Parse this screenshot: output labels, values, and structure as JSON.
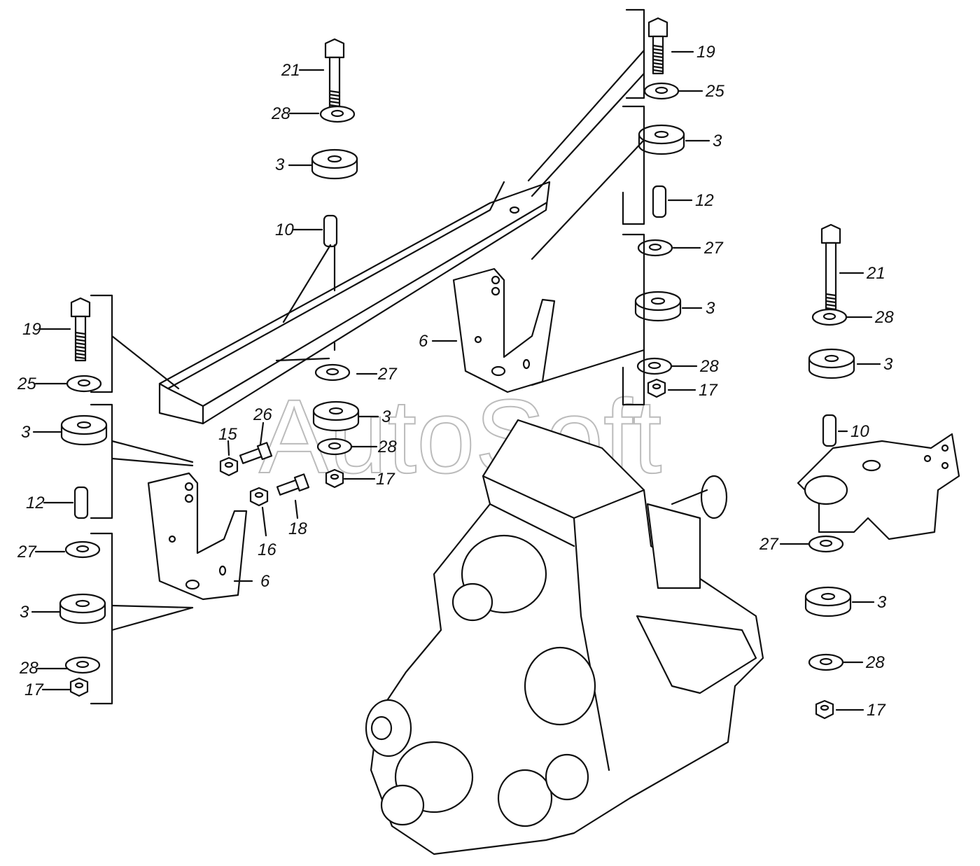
{
  "diagram": {
    "watermark": "AutoSoft",
    "part_labels": [
      "21",
      "28",
      "3",
      "10",
      "19",
      "25",
      "3",
      "12",
      "27",
      "3",
      "28",
      "17",
      "15",
      "26",
      "16",
      "18",
      "6",
      "27",
      "3",
      "28",
      "17",
      "6",
      "19",
      "25",
      "3",
      "12",
      "27",
      "3",
      "28",
      "17",
      "21",
      "28",
      "3",
      "10",
      "27",
      "3",
      "28",
      "17"
    ]
  }
}
